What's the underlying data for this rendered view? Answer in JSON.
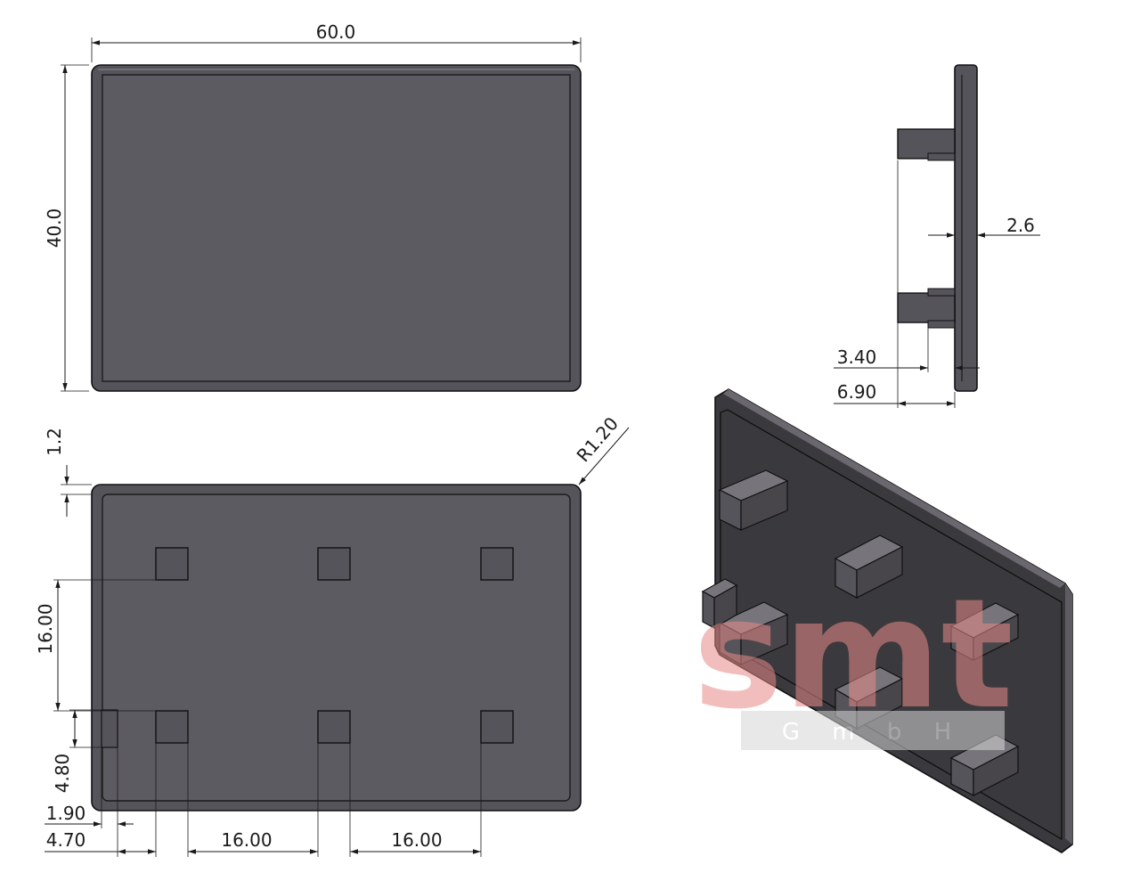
{
  "dimensions": {
    "width": "60.0",
    "height": "40.0",
    "thickness": "2.6",
    "offset_340": "3.40",
    "offset_690": "6.90",
    "edge_12": "1.2",
    "radius": "R1.20",
    "pitch_v": "16.00",
    "tab_480": "4.80",
    "dim_190": "1.90",
    "dim_470": "4.70",
    "pitch_h1": "16.00",
    "pitch_h2": "16.00"
  },
  "watermark": {
    "brand": "smt",
    "sub": "G  m  b  H"
  },
  "colors": {
    "plate": "#56545b",
    "plate_inner": "#5d5b62",
    "iso_face": "#3a393d",
    "watermark_red": "#e88a88",
    "watermark_grey": "#d6d6d6"
  }
}
